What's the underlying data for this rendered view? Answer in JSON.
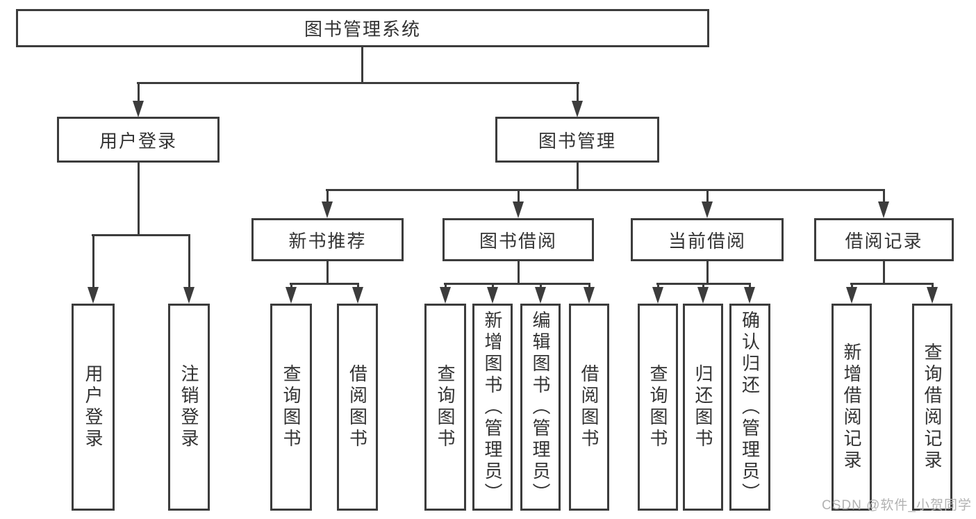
{
  "colors": {
    "background": "#ffffff",
    "line": "#3c3c3c",
    "box_border": "#3c3c3c",
    "box_fill": "#ffffff",
    "text": "#333333",
    "watermark": "#b2b2b2"
  },
  "watermark": {
    "text": "CSDN @软件_小贺同学"
  },
  "tree": {
    "root": {
      "label": "图书管理系统"
    },
    "level2": [
      {
        "label": "用户登录"
      },
      {
        "label": "图书管理"
      }
    ],
    "level3": [
      {
        "label": "新书推荐",
        "parent": "图书管理"
      },
      {
        "label": "图书借阅",
        "parent": "图书管理"
      },
      {
        "label": "当前借阅",
        "parent": "图书管理"
      },
      {
        "label": "借阅记录",
        "parent": "图书管理"
      }
    ],
    "leaves": [
      {
        "label": "用户登录",
        "parent": "用户登录"
      },
      {
        "label": "注销登录",
        "parent": "用户登录"
      },
      {
        "label": "查询图书",
        "parent": "新书推荐"
      },
      {
        "label": "借阅图书",
        "parent": "新书推荐"
      },
      {
        "label": "查询图书",
        "parent": "图书借阅"
      },
      {
        "label": "新增图书（管理员）",
        "parent": "图书借阅"
      },
      {
        "label": "编辑图书（管理员）",
        "parent": "图书借阅"
      },
      {
        "label": "借阅图书",
        "parent": "图书借阅"
      },
      {
        "label": "查询图书",
        "parent": "当前借阅"
      },
      {
        "label": "归还图书",
        "parent": "当前借阅"
      },
      {
        "label": "确认归还（管理员）",
        "parent": "当前借阅"
      },
      {
        "label": "新增借阅记录",
        "parent": "借阅记录"
      },
      {
        "label": "查询借阅记录",
        "parent": "借阅记录"
      }
    ]
  }
}
